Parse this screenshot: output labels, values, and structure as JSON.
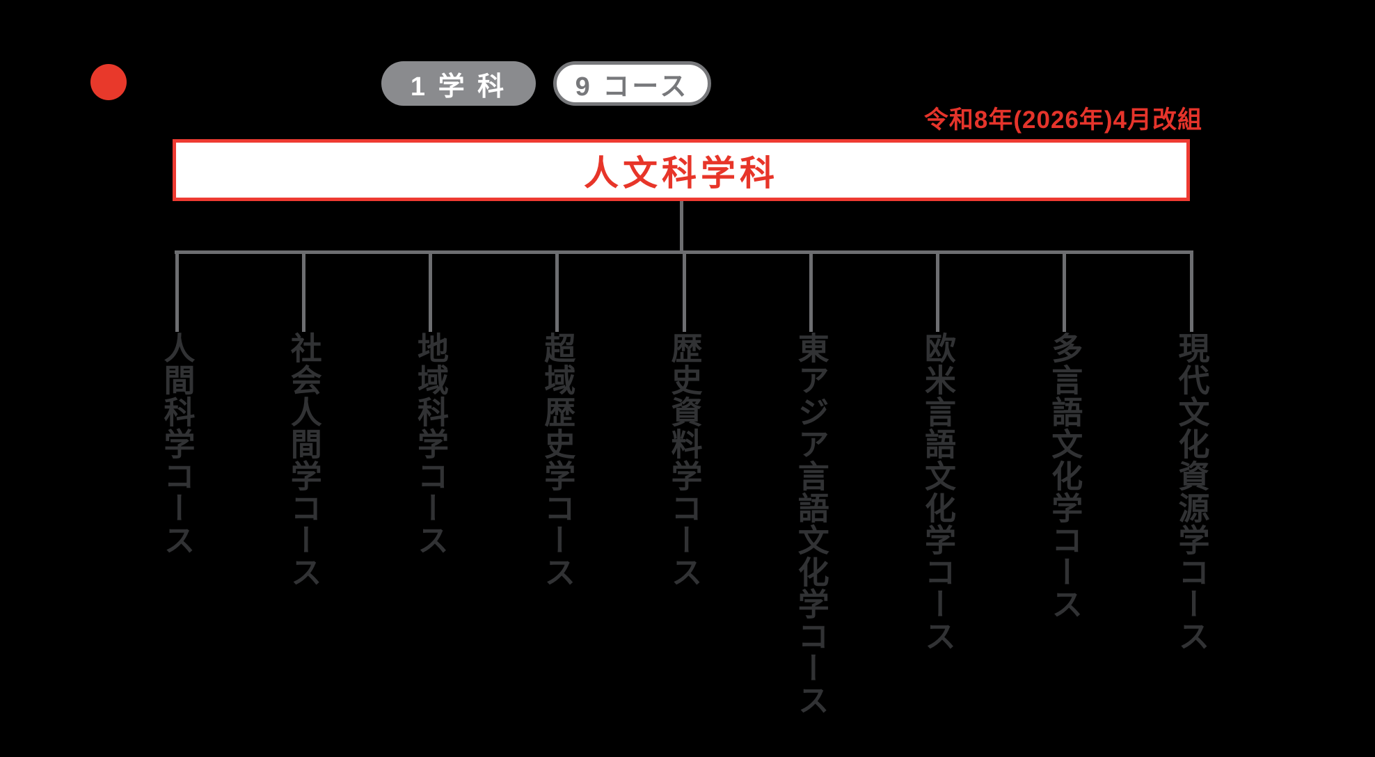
{
  "page": {
    "background": "#000000"
  },
  "legend": {
    "dot_color": "#e8392b",
    "department_badge": {
      "label": "1 学 科",
      "bg": "#8a8b8e",
      "text_color": "#ffffff"
    },
    "course_badge": {
      "label": "9 コース",
      "bg": "#ffffff",
      "border_color": "#77787b",
      "text_color": "#77787b"
    }
  },
  "note": {
    "text": "令和8年(2026年)4月改組",
    "color": "#e5342b"
  },
  "department_box": {
    "label": "人文科学科",
    "border_color": "#ee3b32",
    "bg": "#ffffff",
    "text_color": "#e73529"
  },
  "tree": {
    "line_color": "#6d6e71",
    "course_text_color": "#313234"
  },
  "courses": [
    {
      "label": "人間科学コース"
    },
    {
      "label": "社会人間学コース"
    },
    {
      "label": "地域科学コース"
    },
    {
      "label": "超域歴史学コース"
    },
    {
      "label": "歴史資料学コース"
    },
    {
      "label": "東アジア言語文化学コース"
    },
    {
      "label": "欧米言語文化学コース"
    },
    {
      "label": "多言語文化学コース"
    },
    {
      "label": "現代文化資源学コース"
    }
  ]
}
